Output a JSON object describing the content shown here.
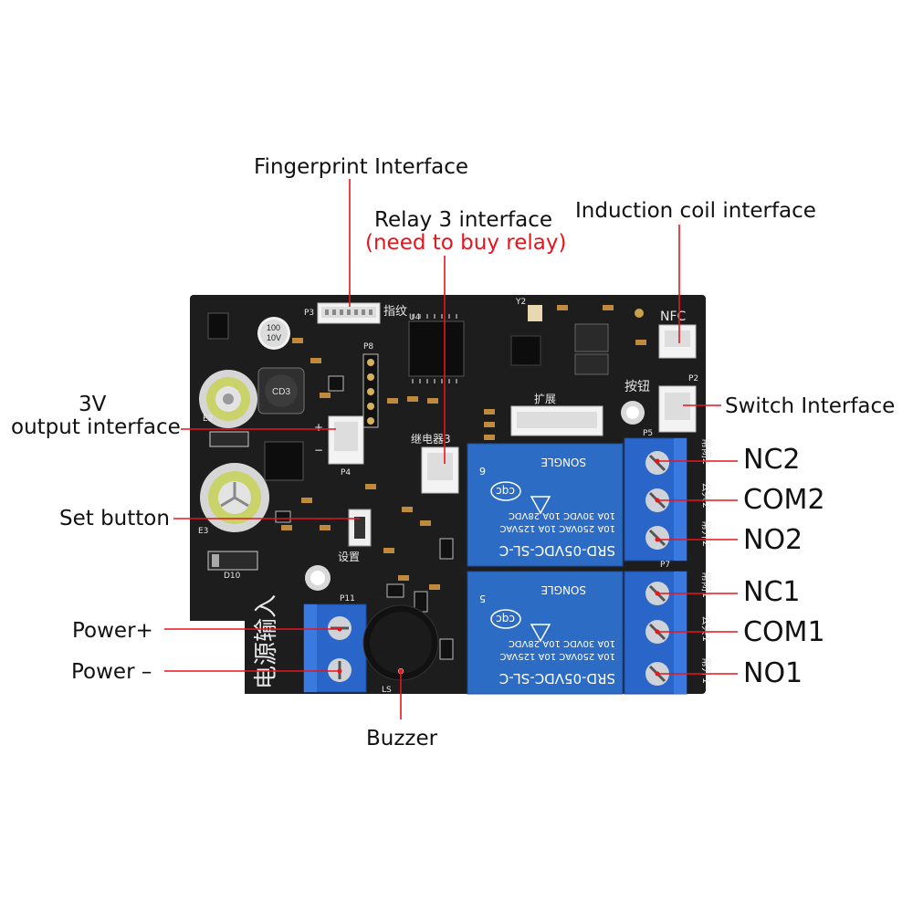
{
  "callouts": {
    "fingerprint": "Fingerprint Interface",
    "relay3": "Relay 3 interface",
    "relay3_note": "(need to buy relay)",
    "induction": "Induction coil interface",
    "switch": "Switch Interface",
    "out3v_line1": "3V",
    "out3v_line2": "output interface",
    "set_button": "Set button",
    "power_plus": "Power+",
    "power_minus": "Power –",
    "buzzer": "Buzzer",
    "nc2": "NC2",
    "com2": "COM2",
    "no2": "NO2",
    "nc1": "NC1",
    "com1": "COM1",
    "no1": "NO1"
  },
  "silkscreen": {
    "fingerprint_cn": "指纹",
    "nfc": "NFC",
    "button_cn": "按钮",
    "relay_cn": "继电器3",
    "expand_cn": "扩展",
    "power_input_cn": "电源输入",
    "set_cn": "设置",
    "ordinary_close_2": "常闭2",
    "common_2": "公共2",
    "ordinary_open_2": "常开2",
    "ordinary_close_1": "常闭1",
    "common_1": "公共1",
    "ordinary_open_1": "常开1",
    "cap_a": "100",
    "cap_b": "10V",
    "inductor": "CD3",
    "plus": "+",
    "minus": "−",
    "ref_p3": "P3",
    "ref_p4": "P4",
    "ref_p5": "P5",
    "ref_p7": "P7",
    "ref_p11": "P11",
    "ref_p2": "P2",
    "ref_p8": "P8",
    "ref_u4": "U4",
    "ref_e2": "E2",
    "ref_e3": "E3",
    "ref_d10": "D10",
    "ref_ls": "LS",
    "ref_y2": "Y2"
  },
  "relays": {
    "model": "SRD-05VDC-SL-C",
    "rating_line1": "10A 250VAC  10A 125VAC",
    "rating_line2": "10A 30VDC  10A 28VDC",
    "brand": "SONGLE",
    "cqc": "cqc",
    "relay2_index": "6",
    "relay1_index": "5"
  },
  "colors": {
    "pcb": "#1d1d1d",
    "relay": "#2d6cc4",
    "terminal": "#2a66c9",
    "red_text": "#e8141b",
    "leader": "#e8141b"
  }
}
